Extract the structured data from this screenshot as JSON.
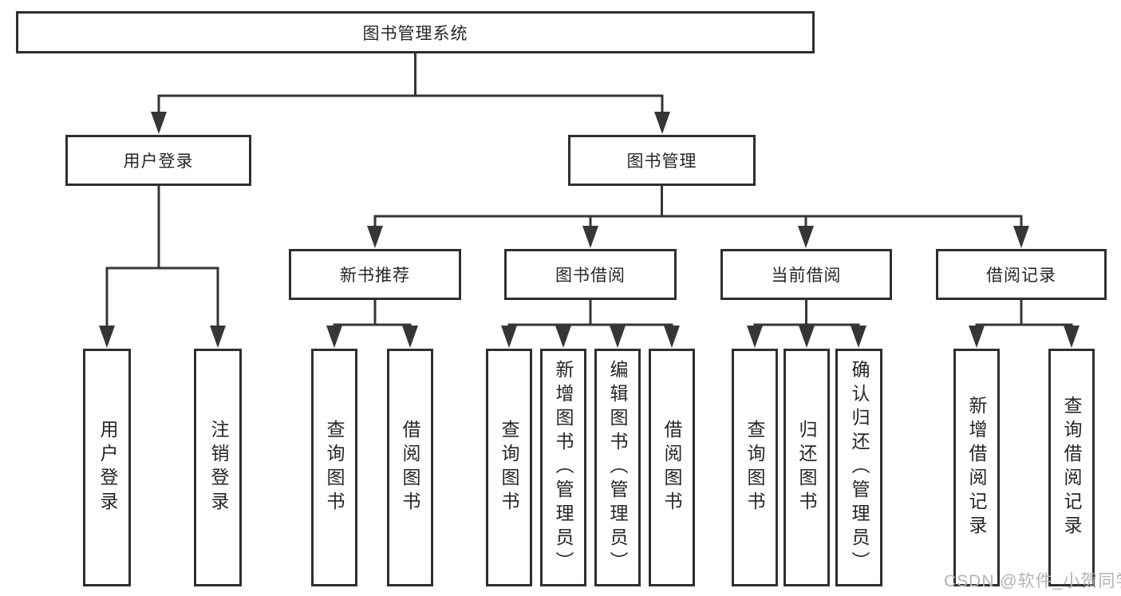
{
  "colors": {
    "line": "#363636",
    "box_border": "#2f2f2f",
    "box_fill": "#ffffff",
    "text": "#262626",
    "watermark": "#b3b3b3"
  },
  "watermark": {
    "text": "CSDN @软件_小贺同学"
  },
  "tree": {
    "root": {
      "label": "图书管理系统"
    },
    "children": [
      {
        "label": "用户登录",
        "children": [
          {
            "label": "用户登录"
          },
          {
            "label": "注销登录"
          }
        ]
      },
      {
        "label": "图书管理",
        "children": [
          {
            "label": "新书推荐",
            "children": [
              {
                "label": "查询图书"
              },
              {
                "label": "借阅图书"
              }
            ]
          },
          {
            "label": "图书借阅",
            "children": [
              {
                "label": "查询图书"
              },
              {
                "label": "新增图书（管理员）"
              },
              {
                "label": "编辑图书（管理员）"
              },
              {
                "label": "借阅图书"
              }
            ]
          },
          {
            "label": "当前借阅",
            "children": [
              {
                "label": "查询图书"
              },
              {
                "label": "归还图书"
              },
              {
                "label": "确认归还（管理员）"
              }
            ]
          },
          {
            "label": "借阅记录",
            "children": [
              {
                "label": "新增借阅记录"
              },
              {
                "label": "查询借阅记录"
              }
            ]
          }
        ]
      }
    ]
  }
}
